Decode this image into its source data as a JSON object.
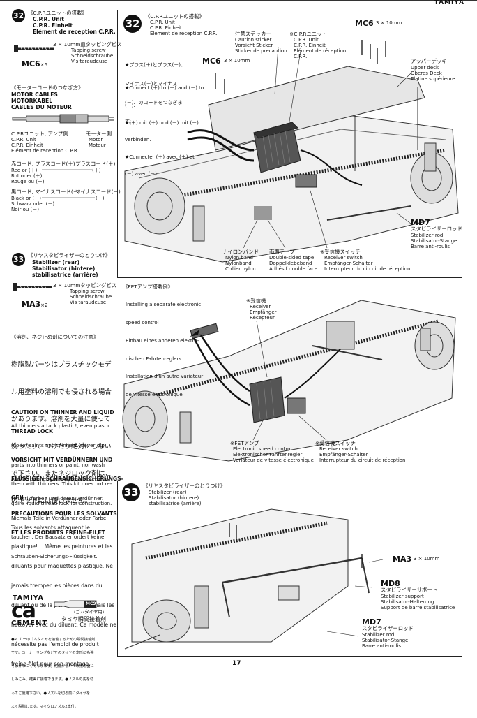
{
  "header": {
    "brand": "TAMIYA"
  },
  "left": {
    "step32": {
      "number": "32",
      "title_jp": "《C.P.Rユニットの搭載》",
      "title_lines": [
        "C.P.R. Unit",
        "C.P.R. Einheit",
        "Elément de reception C.P.R."
      ],
      "screw_jp": "3 × 10mm皿タッピングビス",
      "screw_lines": [
        "Tapping screw",
        "Schneidschraube",
        "Vis taraudeuse"
      ],
      "part_code": "MC6",
      "part_qty": "×6"
    },
    "motor": {
      "title_jp": "《モーターコードのつなぎ方》",
      "title_lines": [
        "MOTOR CABLES",
        "MOTORKABEL",
        "CABLES DU MOTEUR"
      ],
      "unit_jp": "C.P.Rユニット, アンプ側",
      "unit_lines": [
        "C.P.R. Unit",
        "C.P.R. Einheit",
        "Elément de reception C.P.R."
      ],
      "motor_jp": "モーター側",
      "motor_lines": [
        "Motor",
        "Moteur"
      ],
      "red_jp": "赤コード, プラスコード(＋)",
      "red_jp2": "プラスコード(＋)",
      "red_lines": [
        "Red or (＋)",
        "Rot oder (＋)",
        "Rouge ou (＋)"
      ],
      "red_plus": "(＋)",
      "black_jp": "黒コード, マイナスコード(－)",
      "black_jp2": "マイナスコード(－)",
      "black_lines": [
        "Black or (－)",
        "Schwarz oder (－)",
        "Noir ou (－)"
      ],
      "black_minus": "(－)"
    },
    "step33": {
      "number": "33",
      "title_jp": "《リヤスタビライザーのとりつけ》",
      "title_lines": [
        "Stabilizer (rear)",
        "Stabilisator (hintere)",
        "stabilisatrice (arrière)"
      ],
      "screw_jp": "3 × 10mmタッピングビス",
      "screw_lines": [
        "Tapping screw",
        "Schneidschraube",
        "Vis taraudeuse"
      ],
      "part_code": "MA3",
      "part_qty": "×2"
    },
    "caution": {
      "jp_title": "《溶剤、ネジ止め剤についての注意》",
      "jp_lines": [
        "樹脂製パーツはプラスチックモデ",
        "ル用塗料の溶剤でも侵される場合",
        "があります。溶剤を大量に使って",
        "洗ったり、つけたり絶対にしない",
        "で下さい。またネジロック剤はこ",
        "のキットには使いません。"
      ],
      "en_title": [
        "CAUTION ON THINNER AND LIQUID",
        "THREAD LOCK"
      ],
      "en_lines": [
        "All thinners attack plastic!, even plastic",
        "model paints and thinners. Never dip",
        "parts into thinners or paint, nor wash",
        "them with thinners. This kit does not re-",
        "quire liquid thread lock for construction."
      ],
      "de_title": [
        "VORSICHT MIT VERDÜNNERN UND",
        "FLÜSSIGEN SCHRAUBENSICHERUNGS-",
        "GEN"
      ],
      "de_lines": [
        "Alle Verdünner greifen Plastik an, selbs-",
        "t Plastikfarben und deren Verdünner.",
        "Niemals Teile in Verdünner oder Farbe",
        "tauchen. Der Bausatz erfordert keine",
        "Schrauben-Sicherungs-Flüssigkeit."
      ],
      "fr_title": [
        "PRECAUTIONS POUR LES SOLVANTS",
        "ET LES PRODUITS FREINE-FILET"
      ],
      "fr_lines": [
        "Tous les solvants attaquent le",
        "plastique!... Même les peintures et les",
        "diluants pour maquettes plastique. Ne",
        "jamais tremper les pièces dans du",
        "diluant ou de la peinture, ne jamais les",
        "nettoyer avec du diluant. Ce modèle ne",
        "nécessite pas l'emploi de produit",
        "freine-filet pour son montage."
      ]
    },
    "cement": {
      "brand": "TAMIYA",
      "product": "ca",
      "sub": "CEMENT",
      "tube_label": "MC9",
      "jp_caption": "(ゴムタイヤ用)",
      "jp_title": "タミヤ瞬間接着剤",
      "jp_lines": [
        "●RCカーのゴムタイヤを接着するための瞬間接着剤",
        "です。コーナーリングなどでのタイヤの変形にも強",
        "くはがれにくくなります。粘度が低いため接着面に",
        "しみこみ、確実に接着できます。●ノズルの先を切",
        "ってご使用下さい。●ノズルを切る前にタイヤを",
        "よく脱脂します。マイクロノズル2本付。"
      ]
    }
  },
  "panel1": {
    "number": "32",
    "title_jp": "《C.P.Rユニットの搭載》",
    "title_lines": [
      "C.P.R. Unit",
      "C.P.R. Einheit",
      "Elément de reception C.P.R."
    ],
    "sticker_jp": "注意ステッカー",
    "sticker_lines": [
      "Caution sticker",
      "Vorsicht Sticker",
      "Sticker de precaution"
    ],
    "unit_jp": "※C.P.Rユニット",
    "unit_lines": [
      "C.P.R. Unit",
      "C.P.R. Einheit",
      "Elément de réception",
      "C.P.R."
    ],
    "mc6_left": "MC6",
    "mc6_left_size": "3 × 10mm",
    "mc6_right": "MC6",
    "mc6_right_size": "3 × 10mm",
    "connect_jp": [
      "★プラス(＋)とプラス(＋)、",
      "マイナス(－)とマイナス",
      "(－)、のコードをつなぎま",
      "す。"
    ],
    "connect_lines": [
      "★Connect (＋) to (＋) and (－) to",
      "(－).",
      "★(＋) mit (＋) und (－) mit (－)",
      "verbinden.",
      "★Connecter (＋) avec (＋) et",
      "(－) avec (－)."
    ],
    "upper_deck_jp": "アッパーデッキ",
    "upper_deck_lines": [
      "Upper deck",
      "Oberes Deck",
      "Platine supérieure"
    ],
    "md7_code": "MD7",
    "md7_jp": "スタビライザーロッド",
    "md7_lines": [
      "Stabilizer rod",
      "Stabilisator-Stange",
      "Barre anti-roulis"
    ],
    "nylon_jp": "ナイロンバンド",
    "nylon_lines": [
      "Nylon band",
      "Nylonband",
      "Collier nylon"
    ],
    "tape_jp": "両面テープ",
    "tape_lines": [
      "Double-sided tape",
      "Doppelklebeband",
      "Adhésif double face"
    ],
    "switch_jp": "※受信機スイッチ",
    "switch_lines": [
      "Receiver switch",
      "Empfänger-Schalter",
      "Interrupteur du circuit de réception"
    ]
  },
  "panel2": {
    "title_jp": "《FETアンプ搭載例》",
    "title_lines": [
      "Installing a separate electronic",
      "speed control",
      "Einbau eines anderen elektro-",
      "nischen Fahrtenreglers",
      "Installation d'un autre variateur",
      "de vitesse électronique"
    ],
    "receiver_jp": "※受信機",
    "receiver_lines": [
      "Receiver",
      "Empfänger",
      "Récepteur"
    ],
    "fet_jp": "※FETアンプ",
    "fet_lines": [
      "Electronic speed control",
      "Elektronischer Fahrtenregler",
      "Variateur de vitesse électronique"
    ],
    "switch_jp": "※受信機スイッチ",
    "switch_lines": [
      "Receiver switch",
      "Empfänger-Schalter",
      "Interrupteur du circuit de réception"
    ]
  },
  "panel3": {
    "number": "33",
    "title_jp": "《リヤスタビライザーのとりつけ》",
    "title_lines": [
      "Stabilizer (rear)",
      "Stabilisator (hintere)",
      "stabilisatrice (arrière)"
    ],
    "ma3_code": "MA3",
    "ma3_size": "3 × 10mm",
    "md8_code": "MD8",
    "md8_jp": "スタビライザーサポート",
    "md8_lines": [
      "Stabilizer support",
      "Stabilisator-Halterung",
      "Support de barre stabilisatrice"
    ],
    "md7_code": "MD7",
    "md7_jp": "スタビライザーロッド",
    "md7_lines": [
      "Stabilizer rod",
      "Stabilisator-Stange",
      "Barre anti-roulis"
    ]
  },
  "footer": {
    "page_number": "17"
  }
}
